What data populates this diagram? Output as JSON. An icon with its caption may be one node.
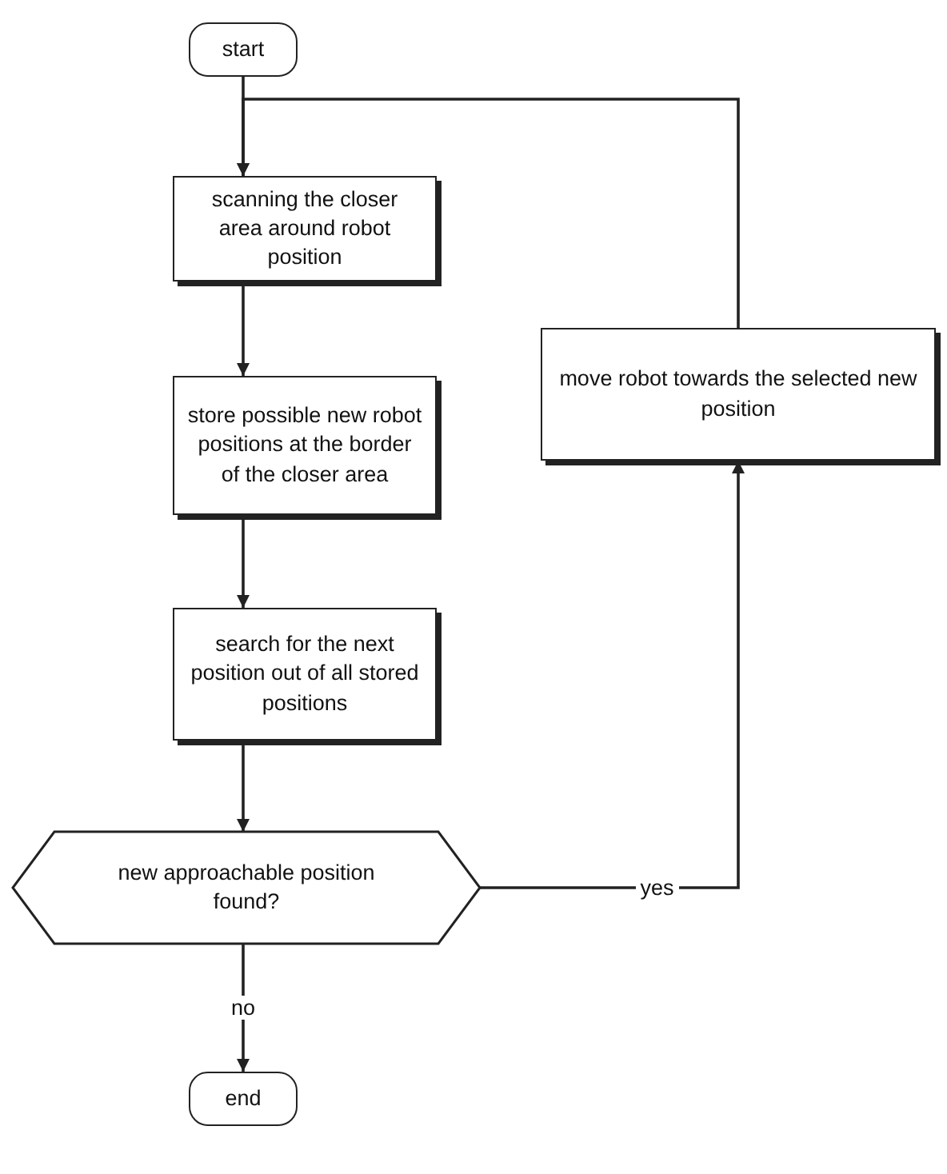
{
  "diagram": {
    "nodes": [
      {
        "text": [
          "start"
        ]
      },
      {
        "text": [
          "scanning the closer area around robot position"
        ]
      },
      {
        "text": [
          "store possible new robot positions at the border of the closer area"
        ]
      },
      {
        "text": [
          "search for the next position out of all stored positions"
        ]
      },
      {
        "text": [
          "new approachable position found?"
        ]
      },
      {
        "text": [
          "move robot towards the selected new position"
        ]
      },
      {
        "text": [
          "end"
        ]
      }
    ],
    "edges": [
      {
        "from": 0,
        "to": 1,
        "arrow": "to"
      },
      {
        "from": 1,
        "to": 2,
        "arrow": "to"
      },
      {
        "from": 2,
        "to": 3,
        "arrow": "to"
      },
      {
        "from": 3,
        "to": 4,
        "arrow": "to"
      },
      {
        "from": 4,
        "to": 5,
        "arrow": "to",
        "label": "yes"
      },
      {
        "from": 5,
        "to": 1,
        "arrow": "to"
      },
      {
        "from": 4,
        "to": 6,
        "arrow": "to",
        "label": "no"
      }
    ]
  }
}
